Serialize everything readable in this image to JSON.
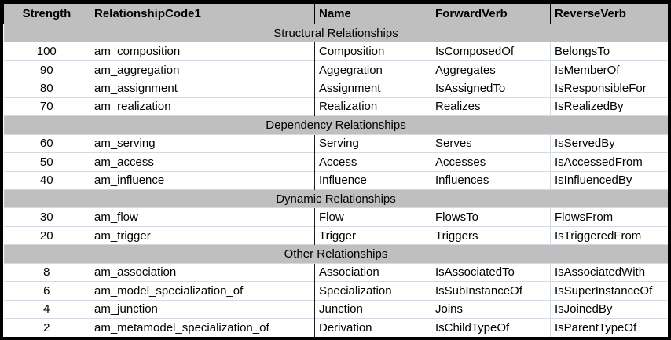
{
  "table": {
    "columns": [
      "Strength",
      "RelationshipCode1",
      "Name",
      "ForwardVerb",
      "ReverseVerb"
    ],
    "sections": [
      {
        "title": "Structural Relationships",
        "rows": [
          [
            "100",
            "am_composition",
            "Composition",
            "IsComposedOf",
            "BelongsTo"
          ],
          [
            "90",
            "am_aggregation",
            "Aggegration",
            "Aggregates",
            "IsMemberOf"
          ],
          [
            "80",
            "am_assignment",
            "Assignment",
            "IsAssignedTo",
            "IsResponsibleFor"
          ],
          [
            "70",
            "am_realization",
            "Realization",
            "Realizes",
            "IsRealizedBy"
          ]
        ]
      },
      {
        "title": "Dependency Relationships",
        "rows": [
          [
            "60",
            "am_serving",
            "Serving",
            "Serves",
            "IsServedBy"
          ],
          [
            "50",
            "am_access",
            "Access",
            "Accesses",
            "IsAccessedFrom"
          ],
          [
            "40",
            "am_influence",
            "Influence",
            "Influences",
            "IsInfluencedBy"
          ]
        ]
      },
      {
        "title": "Dynamic Relationships",
        "rows": [
          [
            "30",
            "am_flow",
            "Flow",
            "FlowsTo",
            "FlowsFrom"
          ],
          [
            "20",
            "am_trigger",
            "Trigger",
            "Triggers",
            "IsTriggeredFrom"
          ]
        ]
      },
      {
        "title": "Other Relationships",
        "rows": [
          [
            "8",
            "am_association",
            "Association",
            "IsAssociatedTo",
            "IsAssociatedWith"
          ],
          [
            "6",
            "am_model_specialization_of",
            "Specialization",
            "IsSubInstanceOf",
            "IsSuperInstanceOf"
          ],
          [
            "4",
            "am_junction",
            "Junction",
            "Joins",
            "IsJoinedBy"
          ],
          [
            "2",
            "am_metamodel_specialization_of",
            "Derivation",
            "IsChildTypeOf",
            "IsParentTypeOf"
          ]
        ]
      }
    ]
  },
  "colors": {
    "frame": "#000000",
    "header_fill": "#bfbfbf",
    "section_fill": "#bfbfbf",
    "gridline": "#d4dae3"
  }
}
